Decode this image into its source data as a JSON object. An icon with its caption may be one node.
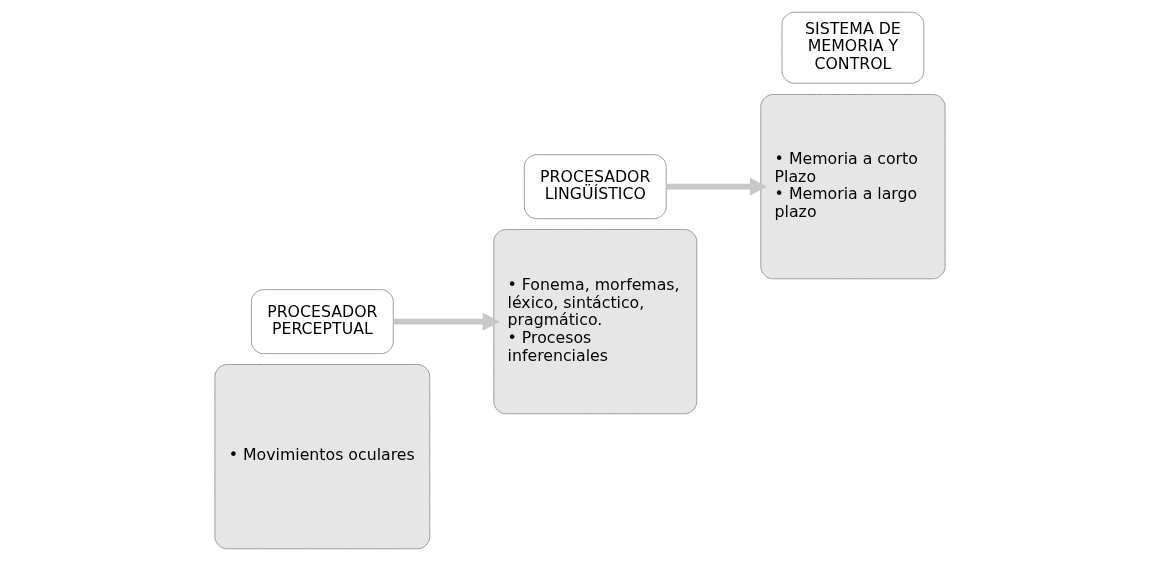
{
  "diagram": {
    "nodes": [
      {
        "text": [
          "• Movimientos oculares"
        ]
      },
      {
        "text": [
          "PROCESADOR PERCEPTUAL"
        ]
      },
      {
        "text": [
          "• Fonema, morfemas, léxico, sintáctico, pragmático.",
          "• Procesos inferenciales"
        ]
      },
      {
        "text": [
          "PROCESADOR LINGÜÍSTICO"
        ]
      },
      {
        "text": [
          "• Memoria a corto Plazo",
          "• Memoria a largo plazo"
        ]
      },
      {
        "text": [
          "SISTEMA DE MEMORIA Y CONTROL"
        ]
      }
    ],
    "edges": [
      {
        "from": 1,
        "to": 2,
        "arrow": "to",
        "color": "#c8c8c8"
      },
      {
        "from": 3,
        "to": 4,
        "arrow": "to",
        "color": "#c8c8c8"
      }
    ]
  }
}
